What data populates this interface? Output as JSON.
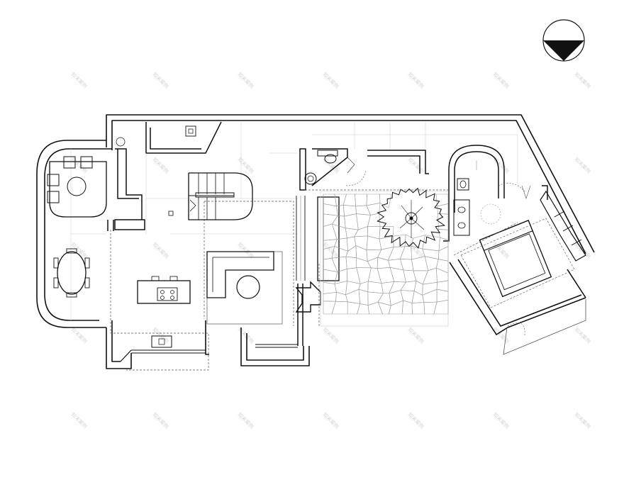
{
  "drawing": {
    "type": "architectural floor plan",
    "orientation": "north-arrow",
    "watermark_text": "知末案例",
    "colors": {
      "ink": "#111111",
      "thin_line": "#555555",
      "light_line": "#bbbbbb",
      "paving": "#999999",
      "background": "#ffffff"
    }
  }
}
